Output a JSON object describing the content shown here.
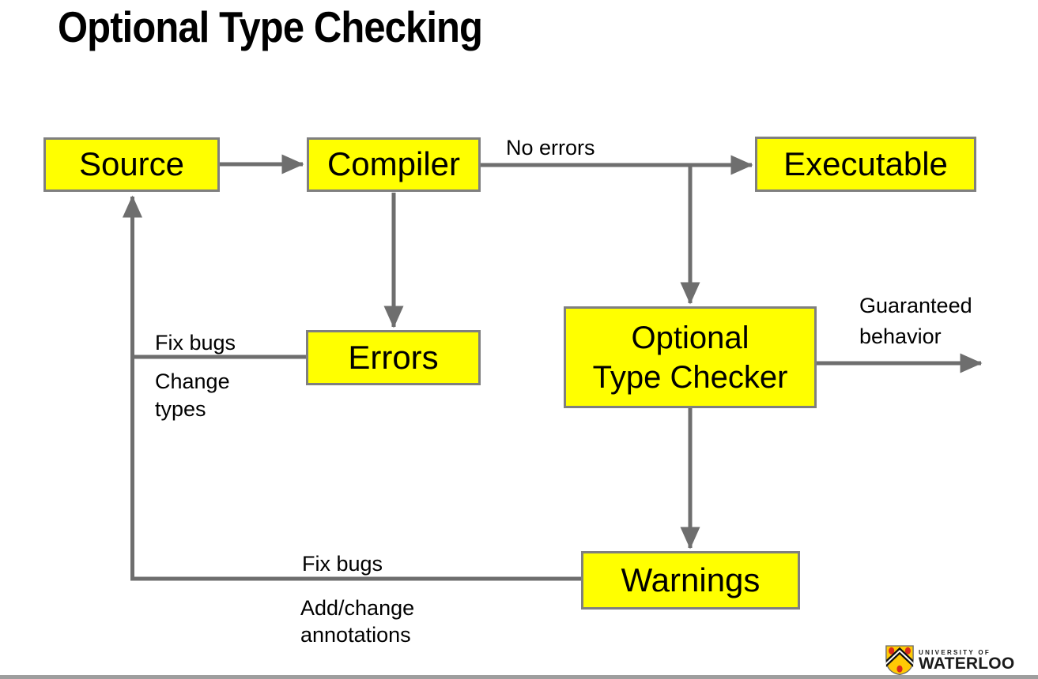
{
  "title": "Optional Type Checking",
  "diagram": {
    "nodes": {
      "source": {
        "label": "Source"
      },
      "compiler": {
        "label": "Compiler"
      },
      "executable": {
        "label": "Executable"
      },
      "errors": {
        "label": "Errors"
      },
      "type_checker": {
        "label": "Optional\nType Checker"
      },
      "warnings": {
        "label": "Warnings"
      }
    },
    "edge_labels": {
      "no_errors": "No errors",
      "fix_bugs_errors": "Fix bugs",
      "change_types": "Change\ntypes",
      "guaranteed_behavior": "Guaranteed\nbehavior",
      "fix_bugs_warnings": "Fix bugs",
      "add_change_annotations": "Add/change\nannotations"
    },
    "colors": {
      "node_fill": "#FFFF00",
      "node_border": "#7F7F7F",
      "arrow": "#6E6E6E",
      "text": "#000000"
    }
  },
  "footer": {
    "logo": {
      "institution_small": "UNIVERSITY OF",
      "institution_large": "WATERLOO"
    }
  }
}
